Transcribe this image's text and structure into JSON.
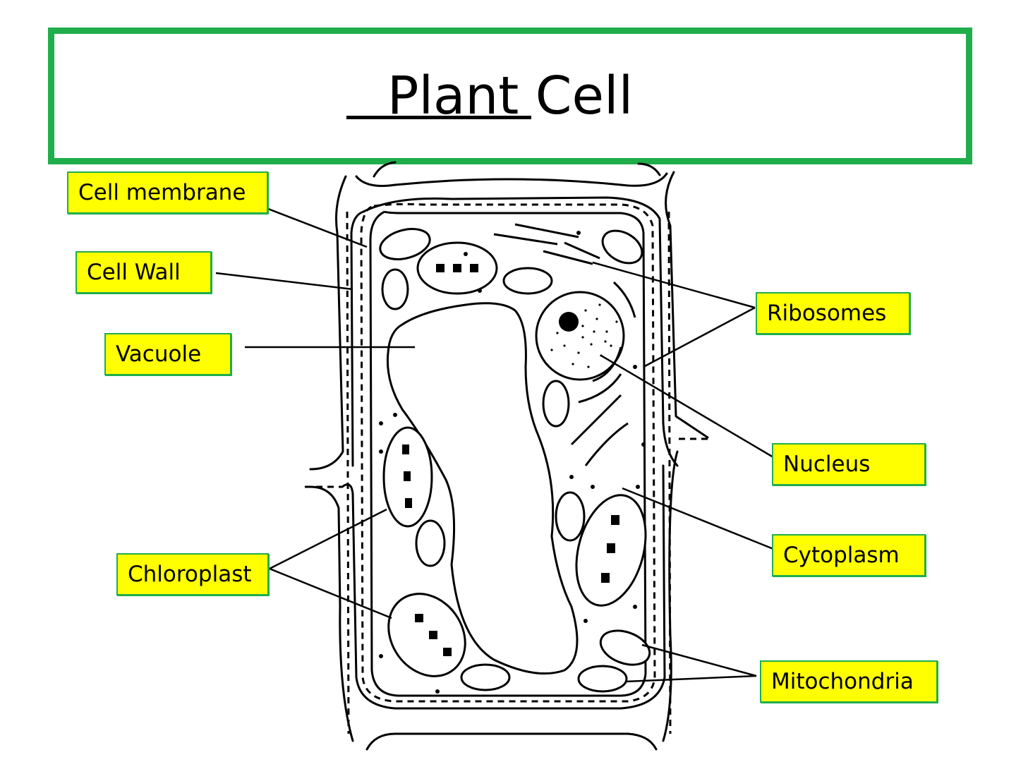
{
  "header": {
    "title": "Plant Cell"
  },
  "labels": {
    "cell_membrane": "Cell membrane",
    "cell_wall": "Cell Wall",
    "vacuole": "Vacuole",
    "chloroplast": "Chloroplast",
    "ribosomes": "Ribosomes",
    "nucleus": "Nucleus",
    "cytoplasm": "Cytoplasm",
    "mitochondria": "Mitochondria"
  },
  "colors": {
    "frame": "#1fae4b",
    "label_fill": "#ffff00"
  }
}
